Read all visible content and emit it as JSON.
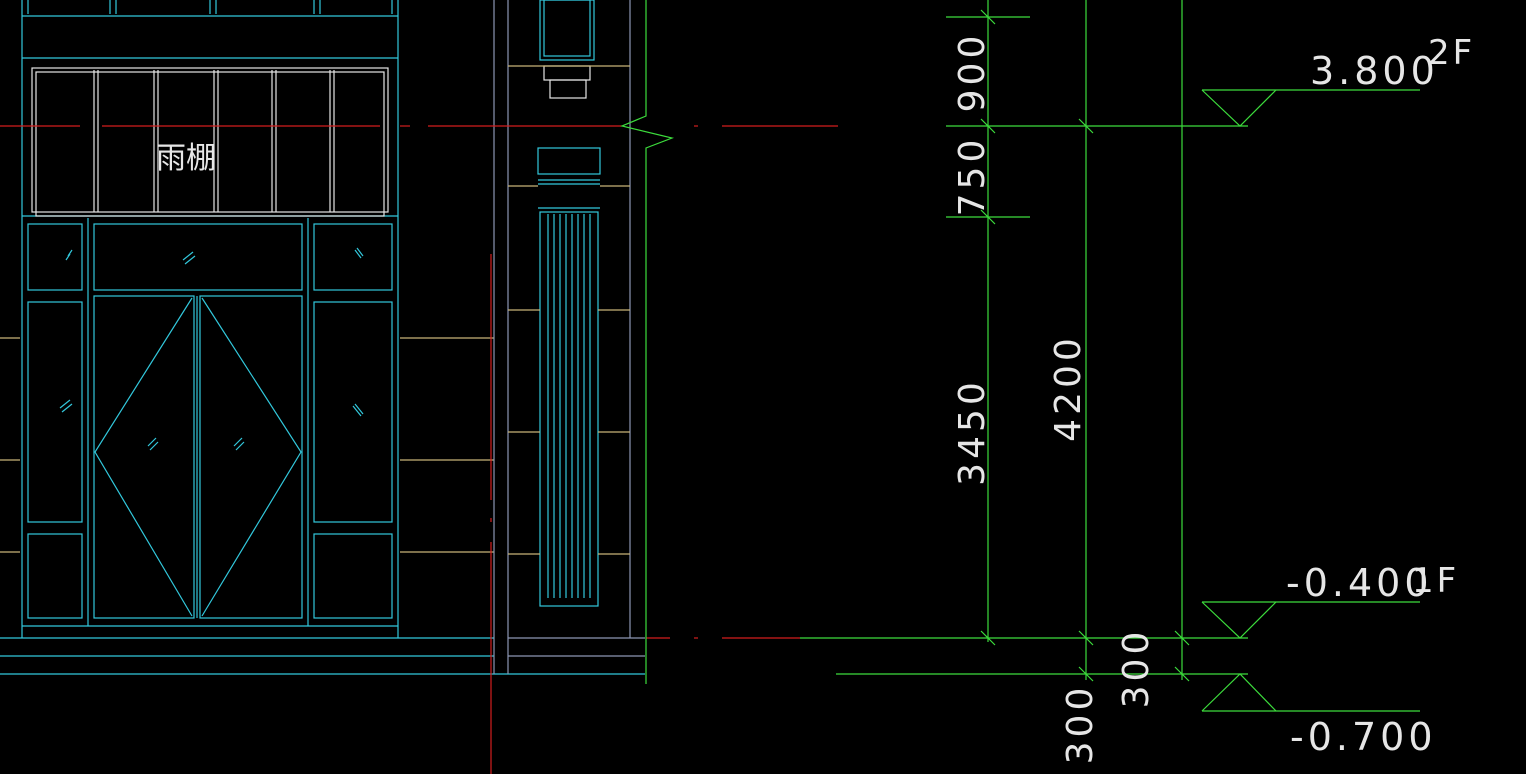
{
  "canopy_label": "雨棚",
  "levels": [
    {
      "elevation": "3.800",
      "floor": "2F"
    },
    {
      "elevation": "-0.400",
      "floor": "1F"
    },
    {
      "elevation": "-0.700",
      "floor": ""
    }
  ],
  "dimensions": {
    "d900": "900",
    "d750": "750",
    "d3450": "3450",
    "d4200": "4200",
    "d300a": "300",
    "d300b": "300"
  },
  "colors": {
    "background": "#000000",
    "cyan": "#32c8dc",
    "green": "#3cdc3c",
    "red": "#d21e1e",
    "white": "#e6e6e6",
    "tan": "#c8b478"
  }
}
